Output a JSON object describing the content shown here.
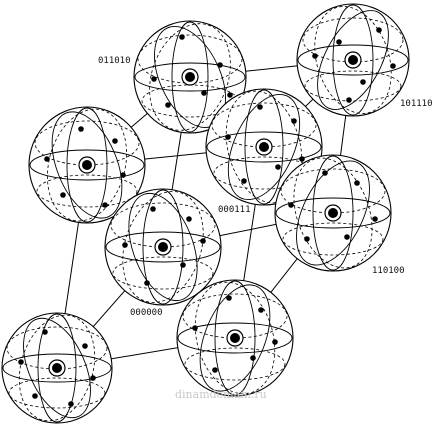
{
  "labels": {
    "n011010": "011010",
    "n101110": "101110",
    "n000111": "000111",
    "n110100": "110100",
    "n000000": "000000"
  },
  "watermark": "dinamdomain.ru"
}
